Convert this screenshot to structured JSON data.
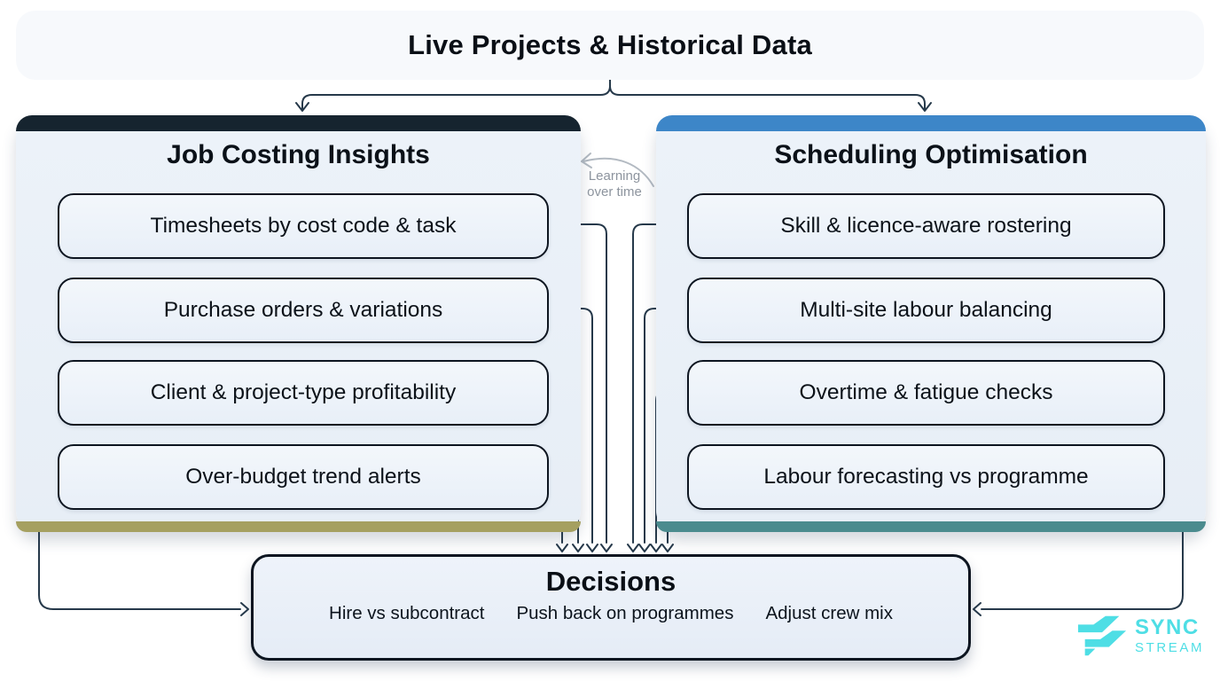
{
  "title": "Live Projects & Historical Data",
  "colors": {
    "left_panel_top_bar": "#16242f",
    "left_panel_bottom_bar": "#a5a061",
    "right_panel_top_bar": "#3d86c8",
    "right_panel_bottom_bar": "#4b8b8e",
    "panel_background": "#e9eff7",
    "connector_line": "#26394a",
    "learning_arrow": "#b3bac2",
    "logo_accent": "#4edee5"
  },
  "left_panel": {
    "title": "Job Costing Insights",
    "items": [
      "Timesheets by cost code & task",
      "Purchase orders & variations",
      "Client & project-type profitability",
      "Over-budget trend alerts"
    ]
  },
  "right_panel": {
    "title": "Scheduling Optimisation",
    "items": [
      "Skill & licence-aware rostering",
      "Multi-site labour balancing",
      "Overtime & fatigue checks",
      "Labour forecasting vs programme"
    ]
  },
  "learning_label": {
    "line1": "Learning",
    "line2": "over time"
  },
  "decisions": {
    "title": "Decisions",
    "options": [
      "Hire vs subcontract",
      "Push back on programmes",
      "Adjust crew mix"
    ]
  },
  "logo": {
    "line1": "SYNC",
    "line2": "STREAM"
  }
}
